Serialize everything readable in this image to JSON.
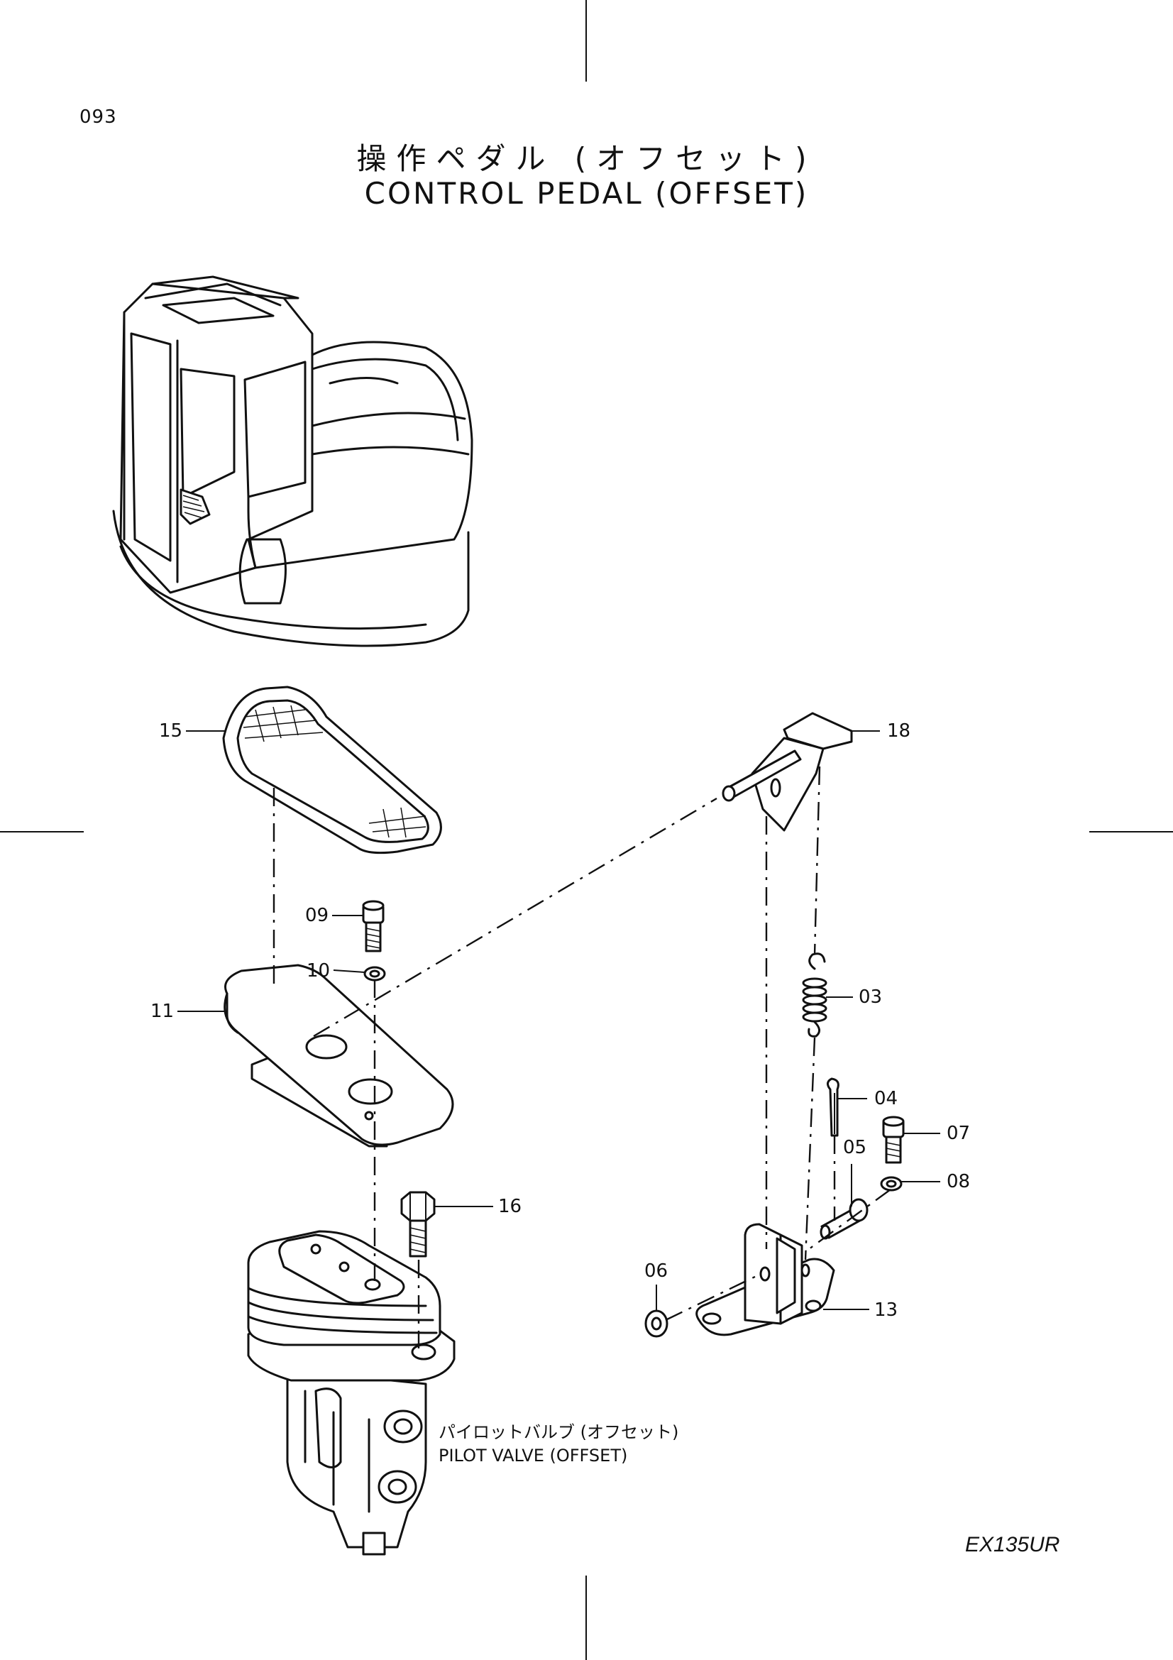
{
  "page": {
    "number": "093",
    "title_jp": "操作ペダル (オフセット)",
    "title_en": "CONTROL PEDAL (OFFSET)",
    "model": "EX135UR"
  },
  "callouts": [
    {
      "id": "15",
      "label": "15"
    },
    {
      "id": "18",
      "label": "18"
    },
    {
      "id": "09",
      "label": "09"
    },
    {
      "id": "10",
      "label": "10"
    },
    {
      "id": "11",
      "label": "11"
    },
    {
      "id": "03",
      "label": "03"
    },
    {
      "id": "04",
      "label": "04"
    },
    {
      "id": "07",
      "label": "07"
    },
    {
      "id": "05",
      "label": "05"
    },
    {
      "id": "08",
      "label": "08"
    },
    {
      "id": "16",
      "label": "16"
    },
    {
      "id": "06",
      "label": "06"
    },
    {
      "id": "13",
      "label": "13"
    }
  ],
  "pilot_valve": {
    "label_jp": "パイロットバルブ (オフセット)",
    "label_en": "PILOT VALVE (OFFSET)"
  },
  "icons": {
    "machine": "excavator-cab-icon",
    "pedal": "pedal-icon"
  }
}
